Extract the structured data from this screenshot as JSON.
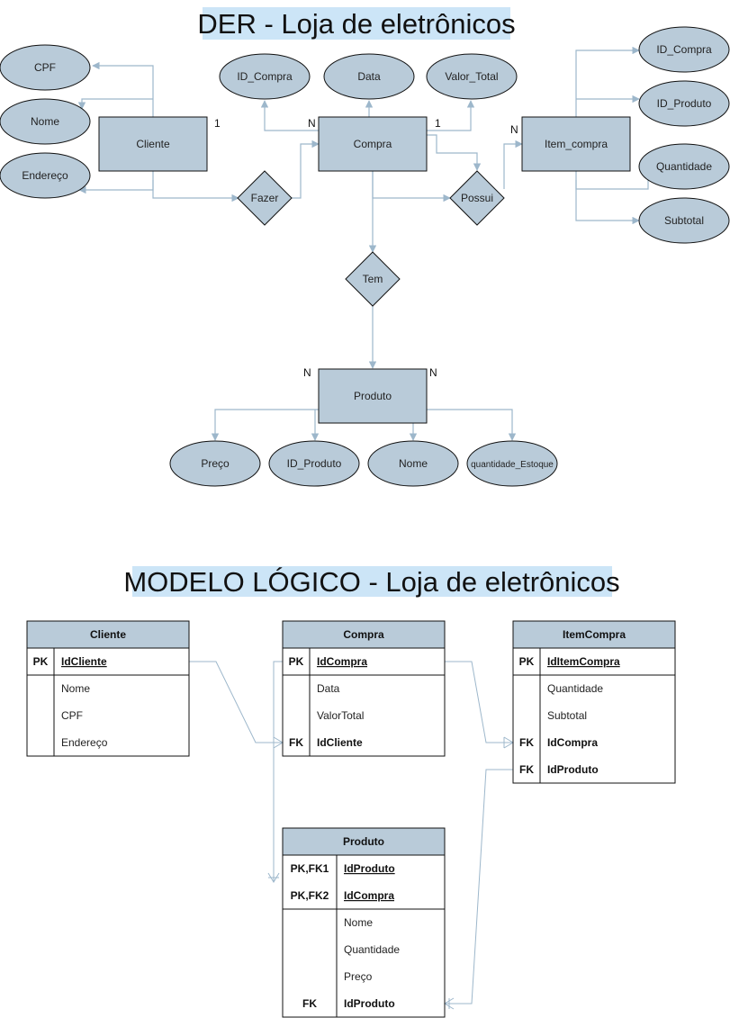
{
  "colors": {
    "fill": "#b9cbd9",
    "stroke": "#111111",
    "connector": "#9db7cb",
    "title_highlight": "#cce5f7",
    "header": "#b9cbd9"
  },
  "der": {
    "title": "DER - Loja de eletrônicos",
    "entities": {
      "cliente": "Cliente",
      "compra": "Compra",
      "item_compra": "Item_compra",
      "produto": "Produto"
    },
    "relationships": {
      "fazer": "Fazer",
      "possui": "Possui",
      "tem": "Tem"
    },
    "attributes": {
      "cpf": "CPF",
      "nome_cliente": "Nome",
      "endereco": "Endereço",
      "id_compra": "ID_Compra",
      "data": "Data",
      "valor_total": "Valor_Total",
      "item_id_compra": "ID_Compra",
      "item_id_produto": "ID_Produto",
      "quantidade": "Quantidade",
      "subtotal": "Subtotal",
      "preco": "Preço",
      "id_produto": "ID_Produto",
      "nome_produto": "Nome",
      "quantidade_estoque": "quantidade_Estoque"
    },
    "cardinalities": {
      "cliente": "1",
      "compra_n": "N",
      "compra_1": "1",
      "item_compra": "N",
      "produto_left": "N",
      "produto_right": "N"
    }
  },
  "logico": {
    "title": "MODELO LÓGICO - Loja de eletrônicos",
    "tables": {
      "cliente": {
        "name": "Cliente",
        "rows": [
          {
            "key": "PK",
            "field": "IdCliente"
          },
          {
            "key": "",
            "field": "Nome"
          },
          {
            "key": "",
            "field": "CPF"
          },
          {
            "key": "",
            "field": "Endereço"
          }
        ]
      },
      "compra": {
        "name": "Compra",
        "rows": [
          {
            "key": "PK",
            "field": "IdCompra"
          },
          {
            "key": "",
            "field": "Data"
          },
          {
            "key": "",
            "field": "ValorTotal"
          },
          {
            "key": "FK",
            "field": "IdCliente"
          }
        ]
      },
      "itemcompra": {
        "name": "ItemCompra",
        "rows": [
          {
            "key": "PK",
            "field": "IdItemCompra"
          },
          {
            "key": "",
            "field": "Quantidade"
          },
          {
            "key": "",
            "field": "Subtotal"
          },
          {
            "key": "FK",
            "field": "IdCompra"
          },
          {
            "key": "FK",
            "field": "IdProduto"
          }
        ]
      },
      "produto": {
        "name": "Produto",
        "rows": [
          {
            "key": "PK,FK1",
            "field": "IdProduto"
          },
          {
            "key": "PK,FK2",
            "field": "IdCompra"
          },
          {
            "key": "",
            "field": "Nome"
          },
          {
            "key": "",
            "field": "Quantidade"
          },
          {
            "key": "",
            "field": "Preço"
          },
          {
            "key": "FK",
            "field": "IdProduto"
          }
        ]
      }
    }
  }
}
